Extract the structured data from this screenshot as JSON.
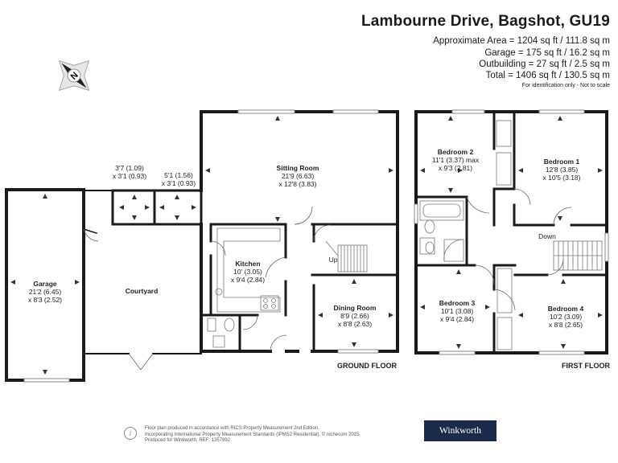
{
  "header": {
    "title": "Lambourne Drive, Bagshot, GU19",
    "approx_area": "Approximate Area = 1204 sq ft / 111.8 sq m",
    "garage_area": "Garage = 175 sq ft / 16.2 sq m",
    "outbuilding_area": "Outbuilding = 27 sq ft / 2.5 sq m",
    "total_area": "Total = 1406 sq ft / 130.5 sq m",
    "disclaimer": "For identification only - Not to scale"
  },
  "compass": {
    "letter": "N",
    "icon": "compass-icon"
  },
  "ground_floor": {
    "label": "GROUND FLOOR",
    "rooms": {
      "garage": {
        "name": "Garage",
        "dims1": "21'2 (6.45)",
        "dims2": "x 8'3 (2.52)"
      },
      "courtyard": {
        "name": "Courtyard"
      },
      "store1": {
        "dims1": "3'7 (1.09)",
        "dims2": "x 3'1 (0.93)"
      },
      "store2": {
        "dims1": "5'1 (1.56)",
        "dims2": "x 3'1 (0.93)"
      },
      "sitting": {
        "name": "Sitting Room",
        "dims1": "21'9 (6.63)",
        "dims2": "x 12'8 (3.83)"
      },
      "kitchen": {
        "name": "Kitchen",
        "dims1": "10' (3.05)",
        "dims2": "x 9'4 (2.84)"
      },
      "dining": {
        "name": "Dining Room",
        "dims1": "8'9 (2.66)",
        "dims2": "x 8'8 (2.63)"
      }
    },
    "stairs_label": "Up"
  },
  "first_floor": {
    "label": "FIRST FLOOR",
    "rooms": {
      "bed2": {
        "name": "Bedroom 2",
        "dims1": "11'1 (3.37) max",
        "dims2": "x 9'3 (2.81)"
      },
      "bed1": {
        "name": "Bedroom 1",
        "dims1": "12'8 (3.85)",
        "dims2": "x 10'5 (3.18)"
      },
      "bed3": {
        "name": "Bedroom 3",
        "dims1": "10'1 (3.08)",
        "dims2": "x 9'4 (2.84)"
      },
      "bed4": {
        "name": "Bedroom 4",
        "dims1": "10'2 (3.09)",
        "dims2": "x 8'8 (2.65)"
      }
    },
    "stairs_label": "Down"
  },
  "footer": {
    "line1": "Floor plan produced in accordance with RICS Property Measurement 2nd Edition,",
    "line2": "Incorporating International Property Measurement Standards (IPMS2 Residential).  © nichecom 2025.",
    "line3": "Produced for Winkworth.    REF: 1357992",
    "info_glyph": "i",
    "brand": "Winkworth"
  },
  "colors": {
    "wall": "#1a1a1a",
    "brand_bg": "#1c2a4a"
  }
}
